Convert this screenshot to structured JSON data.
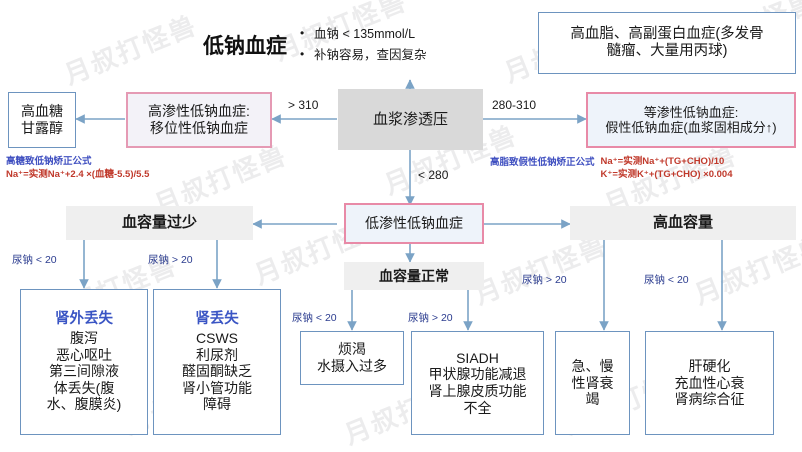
{
  "title": "低钠血症",
  "bullets": [
    "血钠 < 135mmol/L",
    "补钠容易，查因复杂"
  ],
  "nodes": {
    "hyperlipid": {
      "lines": [
        "高血脂、高副蛋白血症(多发骨",
        "髓瘤、大量用丙球)"
      ]
    },
    "hyperglycemia": {
      "lines": [
        "高血糖",
        "甘露醇"
      ]
    },
    "hypertonic": {
      "lines": [
        "高渗性低钠血症:",
        "移位性低钠血症"
      ]
    },
    "plasma_osm": {
      "lines": [
        "血浆渗透压"
      ]
    },
    "isotonic": {
      "lines": [
        "等渗性低钠血症:",
        "假性低钠血症(血浆固相成分↑)"
      ]
    },
    "hypovolemia": {
      "lines": [
        "血容量过少"
      ]
    },
    "hypotonic": {
      "lines": [
        "低渗性低钠血症"
      ]
    },
    "hypervolemia": {
      "lines": [
        "高血容量"
      ]
    },
    "euvolemia": {
      "lines": [
        "血容量正常"
      ]
    },
    "extrarenal_loss": {
      "heading": "肾外丢失",
      "lines": [
        "腹泻",
        "恶心呕吐",
        "第三间隙液",
        "体丢失(腹",
        "水、腹膜炎)"
      ]
    },
    "renal_loss": {
      "heading": "肾丢失",
      "lines": [
        "CSWS",
        "利尿剂",
        "醛固酮缺乏",
        "肾小管功能",
        "障碍"
      ]
    },
    "polydipsia": {
      "lines": [
        "烦渴",
        "水摄入过多"
      ]
    },
    "siadh": {
      "lines": [
        "SIADH",
        "甲状腺功能减退",
        "肾上腺皮质功能",
        "不全"
      ]
    },
    "renal_failure": {
      "lines": [
        "急、慢",
        "性肾衰",
        "竭"
      ]
    },
    "cirrhosis": {
      "lines": [
        "肝硬化",
        "充血性心衰",
        "肾病综合征"
      ]
    }
  },
  "edge_labels": {
    "gt310": "> 310",
    "range280310": "280-310",
    "lt280": "< 280",
    "una_lt20_a": "尿钠 < 20",
    "una_gt20_a": "尿钠 > 20",
    "una_lt20_b": "尿钠 < 20",
    "una_gt20_b": "尿钠 > 20",
    "una_gt20_c": "尿钠 > 20",
    "una_lt20_c": "尿钠 < 20"
  },
  "formulas": {
    "glucose": {
      "heading": "高糖致低钠矫正公式",
      "body": [
        "Na⁺=实测Na⁺+2.4 ×(血糖-5.5)/5.5"
      ]
    },
    "lipid": {
      "heading": "高脂致假性低钠矫正公式",
      "body": [
        "Na⁺=实测Na⁺+(TG+CHO)/10",
        "K⁺=实测K⁺+(TG+CHO) ×0.004"
      ]
    }
  },
  "watermark": {
    "text": "月叔打怪兽"
  },
  "colors": {
    "blue_border": "#6d94bf",
    "pink_border": "#e59ab4",
    "grey_box": "#d9d9d9",
    "band": "#efefef",
    "blue_text": "#3a55c4",
    "red_text": "#c0392b",
    "wire": "#7ba3c6"
  }
}
